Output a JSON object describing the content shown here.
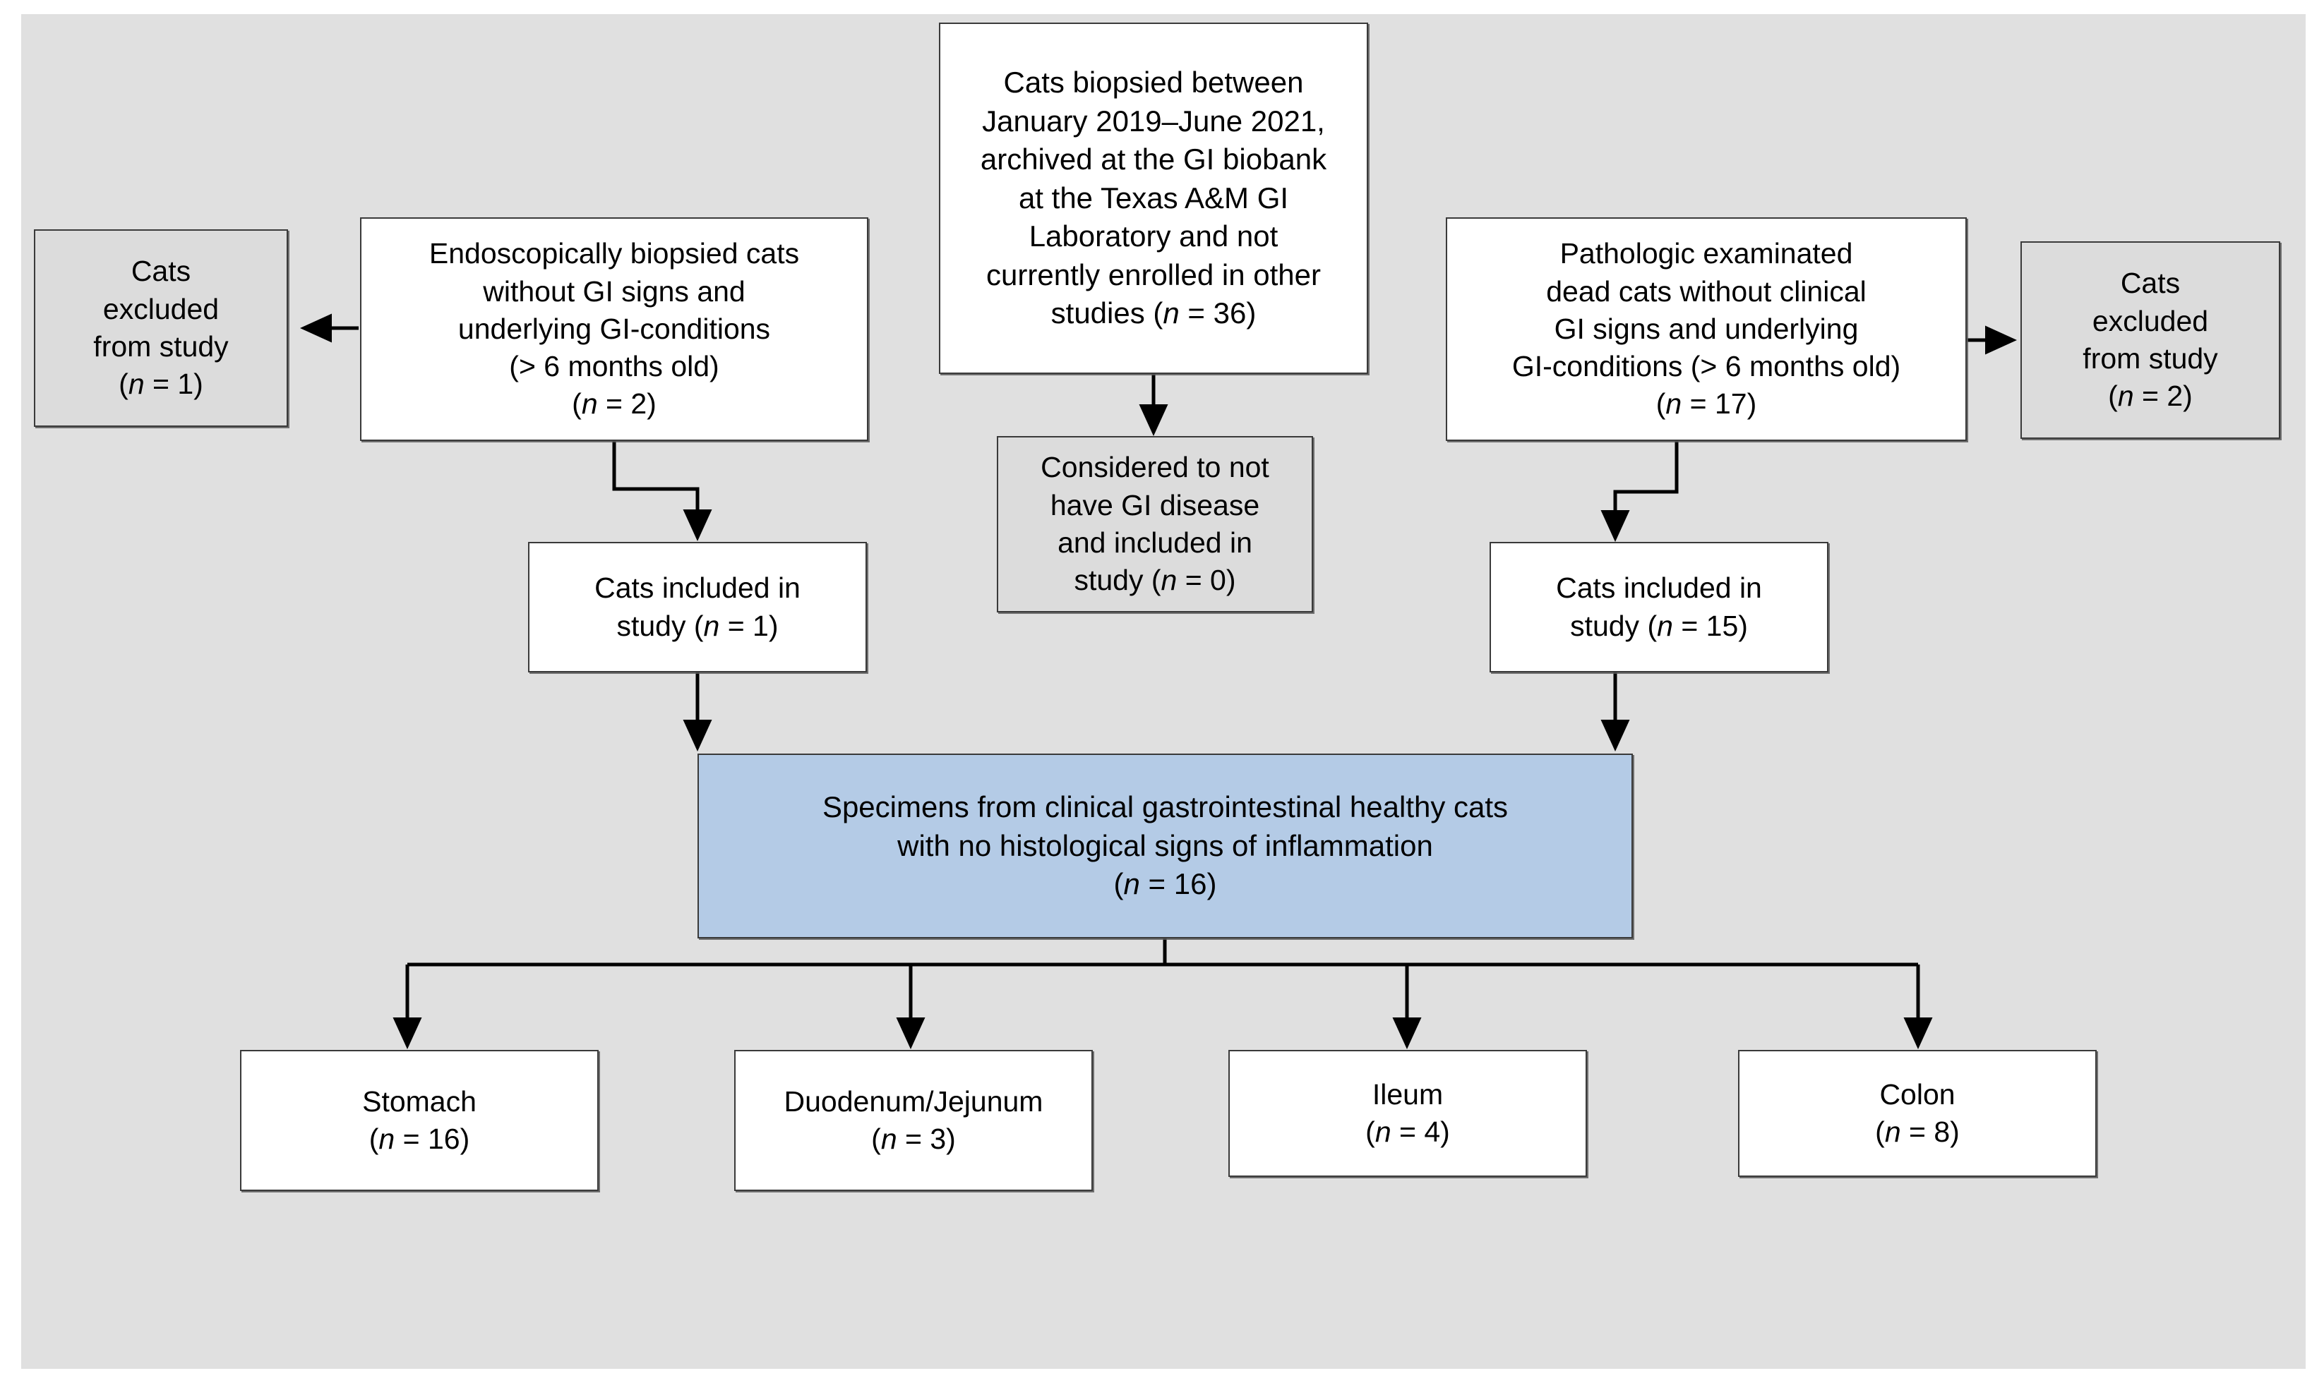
{
  "figure": {
    "type": "study-flow-diagram",
    "background_color": "#e0e0e0",
    "page_color": "#ffffff",
    "accent_color": "#b4cbe6",
    "excluded_box_color": "#dcdcdc",
    "border_color": "#3a3a3a"
  },
  "nodes": {
    "source_cohort": {
      "label": "Cats biopsied between\nJanuary 2019–June 2021,\narchived at the GI biobank\nat the Texas A&M GI\nLaboratory and not\ncurrently enrolled in other\nstudies (n = 36)",
      "n": 36,
      "style": "white"
    },
    "endoscopic_cohort": {
      "label": "Endoscopically biopsied cats\nwithout GI signs and\nunderlying GI-conditions\n(> 6 months old)\n(n = 2)",
      "n": 2,
      "style": "white"
    },
    "pathologic_cohort": {
      "label": "Pathologic examinated\ndead cats without clinical\nGI signs and underlying\nGI-conditions (> 6 months old)\n(n = 17)",
      "n": 17,
      "style": "white"
    },
    "excluded_left": {
      "label": "Cats\nexcluded\nfrom study\n(n = 1)",
      "n": 1,
      "style": "grey"
    },
    "excluded_right": {
      "label": "Cats\nexcluded\nfrom study\n(n = 2)",
      "n": 2,
      "style": "grey"
    },
    "no_gi_disease": {
      "label": "Considered to not\nhave GI disease\nand included in\nstudy (n = 0)",
      "n": 0,
      "style": "grey"
    },
    "included_left": {
      "label": "Cats included in\nstudy (n = 1)",
      "n": 1,
      "style": "white"
    },
    "included_right": {
      "label": "Cats included in\nstudy (n = 15)",
      "n": 15,
      "style": "white"
    },
    "specimens": {
      "label": "Specimens from clinical gastrointestinal healthy cats\nwith no histological signs of inflammation\n(n = 16)",
      "n": 16,
      "style": "blue"
    }
  },
  "organ_boxes": [
    {
      "label": "Stomach\n(n = 16)",
      "name": "Stomach",
      "n": 16,
      "style": "white"
    },
    {
      "label": "Duodenum/Jejunum\n(n = 3)",
      "name": "Duodenum/Jejunum",
      "n": 3,
      "style": "white"
    },
    {
      "label": "Ileum\n(n = 4)",
      "name": "Ileum",
      "n": 4,
      "style": "white"
    },
    {
      "label": "Colon\n(n = 8)",
      "name": "Colon",
      "n": 8,
      "style": "white"
    }
  ],
  "connectors": [
    {
      "from": "endoscopic_cohort",
      "to": "excluded_left",
      "direction": "left"
    },
    {
      "from": "endoscopic_cohort",
      "to": "included_left",
      "direction": "down-jog-right"
    },
    {
      "from": "source_cohort",
      "to": "no_gi_disease",
      "direction": "down"
    },
    {
      "from": "pathologic_cohort",
      "to": "excluded_right",
      "direction": "right"
    },
    {
      "from": "pathologic_cohort",
      "to": "included_right",
      "direction": "down-jog-left"
    },
    {
      "from": "included_left",
      "to": "specimens",
      "direction": "down"
    },
    {
      "from": "included_right",
      "to": "specimens",
      "direction": "down"
    },
    {
      "from": "specimens",
      "to": "organ_boxes",
      "direction": "down-bus-fanout"
    }
  ]
}
